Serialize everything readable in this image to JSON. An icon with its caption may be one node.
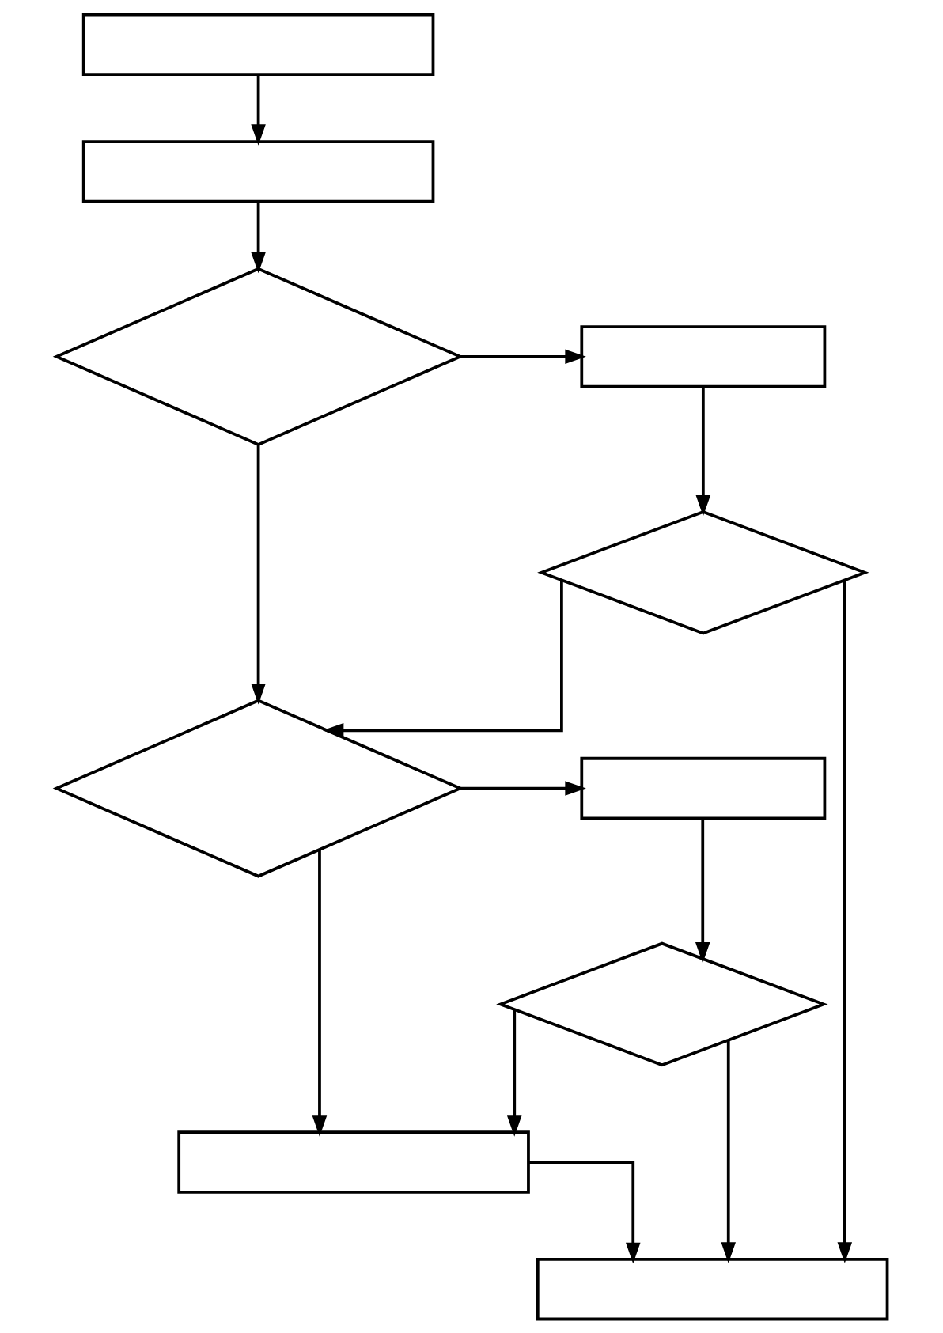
{
  "diagram": {
    "nodes": [
      {
        "text": [],
        "shape": "box"
      },
      {
        "text": [],
        "shape": "box"
      },
      {
        "text": [],
        "shape": "diamond"
      },
      {
        "text": [],
        "shape": "box"
      },
      {
        "text": [],
        "shape": "diamond"
      },
      {
        "text": [],
        "shape": "diamond"
      },
      {
        "text": [],
        "shape": "box"
      },
      {
        "text": [],
        "shape": "diamond"
      },
      {
        "text": [],
        "shape": "box"
      },
      {
        "text": [],
        "shape": "box"
      }
    ],
    "edges": [
      {
        "from": 0,
        "to": 1,
        "arrow": "to"
      },
      {
        "from": 1,
        "to": 2,
        "arrow": "to"
      },
      {
        "from": 2,
        "to": 3,
        "arrow": "to"
      },
      {
        "from": 3,
        "to": 4,
        "arrow": "to"
      },
      {
        "from": 2,
        "to": 5,
        "arrow": "to"
      },
      {
        "from": 4,
        "to": 5,
        "arrow": "to"
      },
      {
        "from": 4,
        "to": 9,
        "arrow": "to"
      },
      {
        "from": 5,
        "to": 6,
        "arrow": "to"
      },
      {
        "from": 6,
        "to": 7,
        "arrow": "to"
      },
      {
        "from": 5,
        "to": 8,
        "arrow": "to"
      },
      {
        "from": 7,
        "to": 8,
        "arrow": "to"
      },
      {
        "from": 7,
        "to": 9,
        "arrow": "to"
      },
      {
        "from": 8,
        "to": 9,
        "arrow": "to"
      }
    ]
  }
}
